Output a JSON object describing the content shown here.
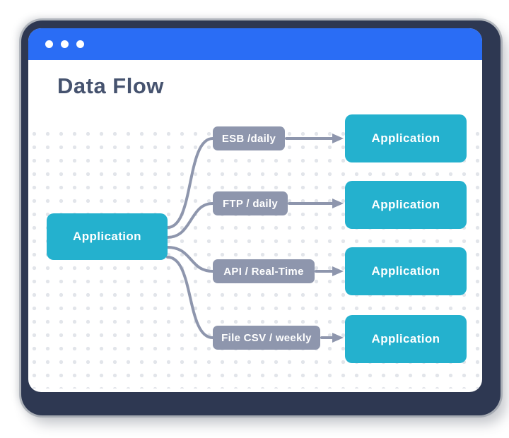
{
  "window": {
    "title": "Data Flow",
    "titlebar": {
      "control_dots_count": 3,
      "control_dot_icon": "window-control-dot"
    }
  },
  "colors": {
    "titlebar_blue": "#2a6df5",
    "node_teal": "#24b1ce",
    "edge_gray": "#8e96ad",
    "title_text": "#46536f",
    "dot_grid": "#e2e5ea",
    "frame_navy": "#2e3852"
  },
  "diagram": {
    "source": {
      "label": "Application"
    },
    "flows": [
      {
        "protocol": "ESB /daily",
        "target": "Application"
      },
      {
        "protocol": "FTP / daily",
        "target": "Application"
      },
      {
        "protocol": "API / Real-Time",
        "target": "Application"
      },
      {
        "protocol": "File CSV / weekly",
        "target": "Application"
      }
    ]
  }
}
